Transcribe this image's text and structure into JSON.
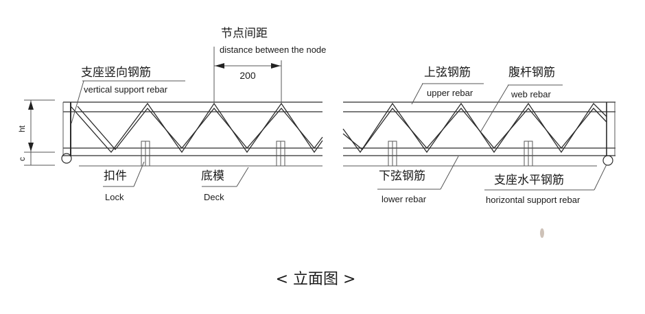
{
  "labels": {
    "node_distance_cn": "节点间距",
    "node_distance_en": "distance between the node",
    "node_distance_value": "200",
    "vertical_support_cn": "支座竖向钢筋",
    "vertical_support_en": "vertical support rebar",
    "upper_rebar_cn": "上弦钢筋",
    "upper_rebar_en": "upper rebar",
    "web_rebar_cn": "腹杆钢筋",
    "web_rebar_en": "web rebar",
    "lock_cn": "扣件",
    "lock_en": "Lock",
    "deck_cn": "底模",
    "deck_en": "Deck",
    "lower_rebar_cn": "下弦钢筋",
    "lower_rebar_en": "lower rebar",
    "horizontal_support_cn": "支座水平钢筋",
    "horizontal_support_en": "horizontal support rebar",
    "dim_ht": "ht",
    "dim_c": "c"
  },
  "caption": "< 立面图 >"
}
